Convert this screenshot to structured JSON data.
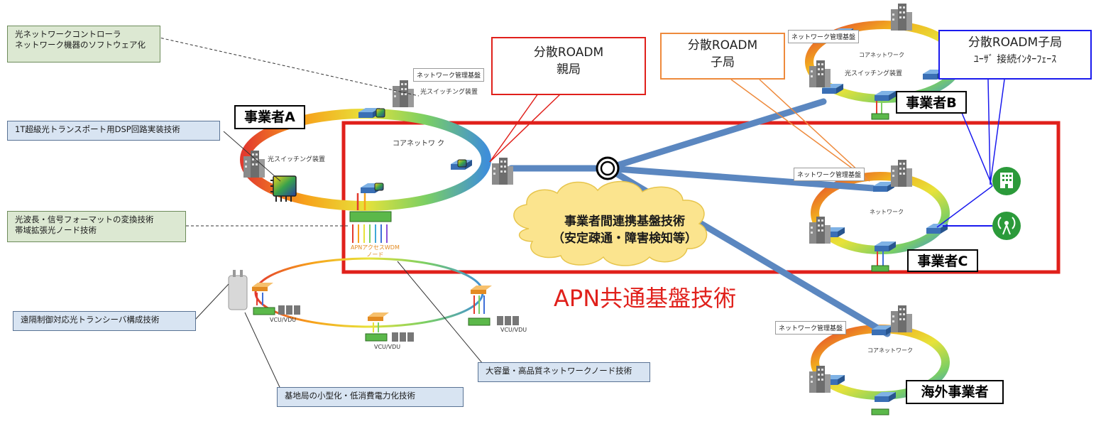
{
  "operators": {
    "a": "事業者A",
    "b": "事業者B",
    "c": "事業者C",
    "overseas": "海外事業者"
  },
  "callouts": {
    "parent": [
      "分散ROADM",
      "親局"
    ],
    "child": [
      "分散ROADM",
      "子局"
    ],
    "child_user": [
      "分散ROADM子局",
      "ﾕｰｻﾞ 接続ｲﾝﾀｰﾌｪｰｽ"
    ]
  },
  "tech_labels": {
    "controller": [
      "光ネットワークコントローラ",
      "ネットワーク機器のソフトウェア化"
    ],
    "dsp": "1T超級光トランスポート用DSP回路実装技術",
    "wavelength": [
      "光波長・信号フォーマットの変換技術",
      "帯域拡張光ノード技術"
    ],
    "transceiver": "遠隔制御対応光トランシーバ構成技術",
    "base_station": "基地局の小型化・低消費電力化技術",
    "node": "大容量・高品質ネットワークノード技術"
  },
  "apn_common": "APN共通基盤技術",
  "cloud": [
    "事業者間連携基盤技術",
    "（安定疎通・障害検知等）"
  ],
  "small_labels": {
    "mgmt": "ネットワーク管理基盤",
    "optical_switch": "光スイッチング装置",
    "core_network": "コアネットワ ク",
    "core_network_b": "コアネットワーク",
    "network_c": "ネットワーク",
    "network_overseas": "コアネットワーク",
    "apn_wdm": [
      "APNアクセスWDM",
      "ノード"
    ],
    "vcu": "VCU/VDU"
  },
  "colors": {
    "apn_frame": "#e0201b",
    "link": "#5b87c0",
    "green_box": "#dce8d2",
    "blue_box": "#d8e4f2",
    "callout_red": "#e0201b",
    "callout_orange": "#ee8a3c",
    "callout_blue": "#1a1aee",
    "green_icon": "#2b9a3a",
    "cloud": "#fbe48e"
  },
  "icons": [
    "building-icon",
    "chip-icon",
    "router-icon",
    "antenna-icon",
    "office-icon",
    "server-icon",
    "radio-unit-icon"
  ]
}
